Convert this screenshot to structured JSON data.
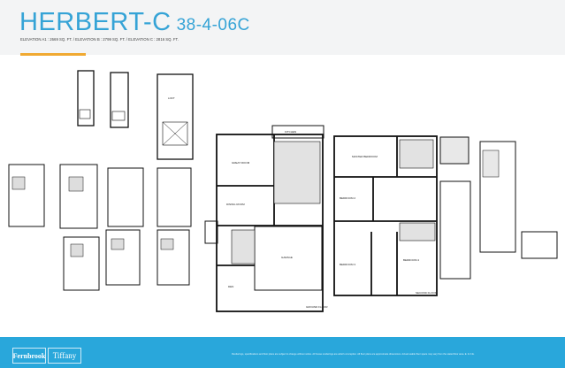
{
  "header": {
    "title": "HERBERT-C",
    "model": "38-4-06C",
    "subtitle": "ELEVATION A1 : 2669 SQ. FT. / ELEVATION B : 2799 SQ. FT. / ELEVATION C : 2816 SQ. FT."
  },
  "plans": {
    "ground_floor": {
      "great_room": "GREAT ROOM",
      "dining_room": "DINING ROOM",
      "kitchen": "KITCHEN",
      "garage": "GARAGE",
      "den": "DEN",
      "label": "GROUND FLOOR"
    },
    "second_floor": {
      "master": "MASTER BEDROOM",
      "bed2": "BEDROOM 2",
      "bed3": "BEDROOM 3",
      "bed4": "BEDROOM 4",
      "label": "SECOND FLOOR"
    },
    "loft": "LOFT"
  },
  "footer": {
    "logo1": "Fernbrook",
    "logo2": "Tiffany",
    "disclaimer": "Renderings, specifications and floor plans are subject to change without notice. All house renderings are artist's conception. All floor plans are approximate dimensions. Actual usable floor space may vary from the stated floor area. E. & O.E."
  },
  "colors": {
    "title": "#35a3d6",
    "accent": "#f0a932",
    "footer": "#29a7db"
  }
}
